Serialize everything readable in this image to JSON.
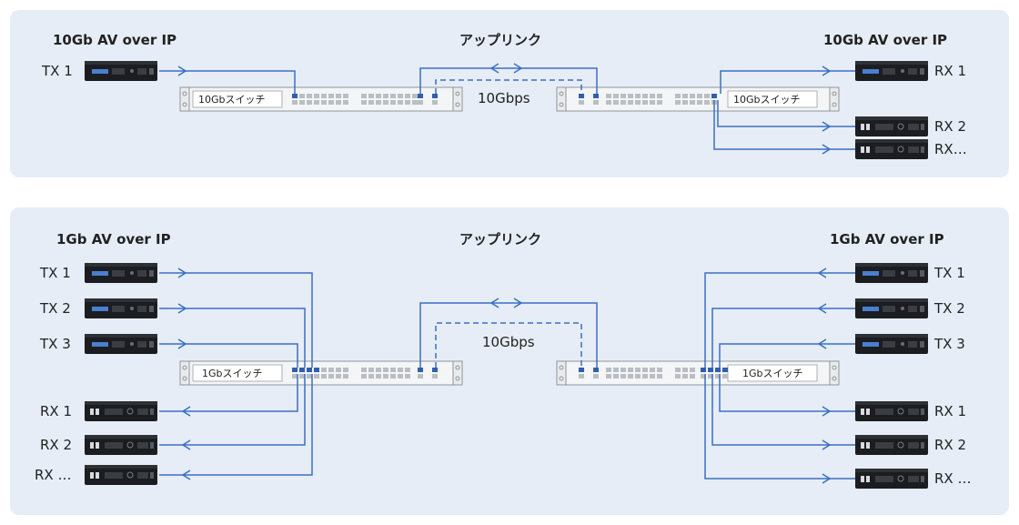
{
  "colors": {
    "panel": "#e6edf6",
    "link": "#3c6ec2",
    "device": "#1b1d20",
    "switch_body": "#f4f5f6",
    "port_gray": "#b9bec5",
    "port_blue": "#2f5fae"
  },
  "top": {
    "left_title": "10Gb AV over IP",
    "center_title": "アップリンク",
    "right_title": "10Gb AV over IP",
    "bandwidth": "10Gbps",
    "left_switch_label": "10Gbスイッチ",
    "right_switch_label": "10Gbスイッチ",
    "left_devices": [
      "TX 1"
    ],
    "right_devices": [
      "RX 1",
      "RX 2",
      "RX…"
    ]
  },
  "bottom": {
    "left_title": "1Gb AV over IP",
    "center_title": "アップリンク",
    "right_title": "1Gb AV over IP",
    "bandwidth": "10Gbps",
    "left_switch_label": "1Gbスイッチ",
    "right_switch_label": "1Gbスイッチ",
    "left_devices": [
      "TX 1",
      "TX 2",
      "TX 3",
      "RX 1",
      "RX 2",
      "RX …"
    ],
    "right_devices": [
      "TX 1",
      "TX 2",
      "TX 3",
      "RX 1",
      "RX 2",
      "RX …"
    ]
  }
}
